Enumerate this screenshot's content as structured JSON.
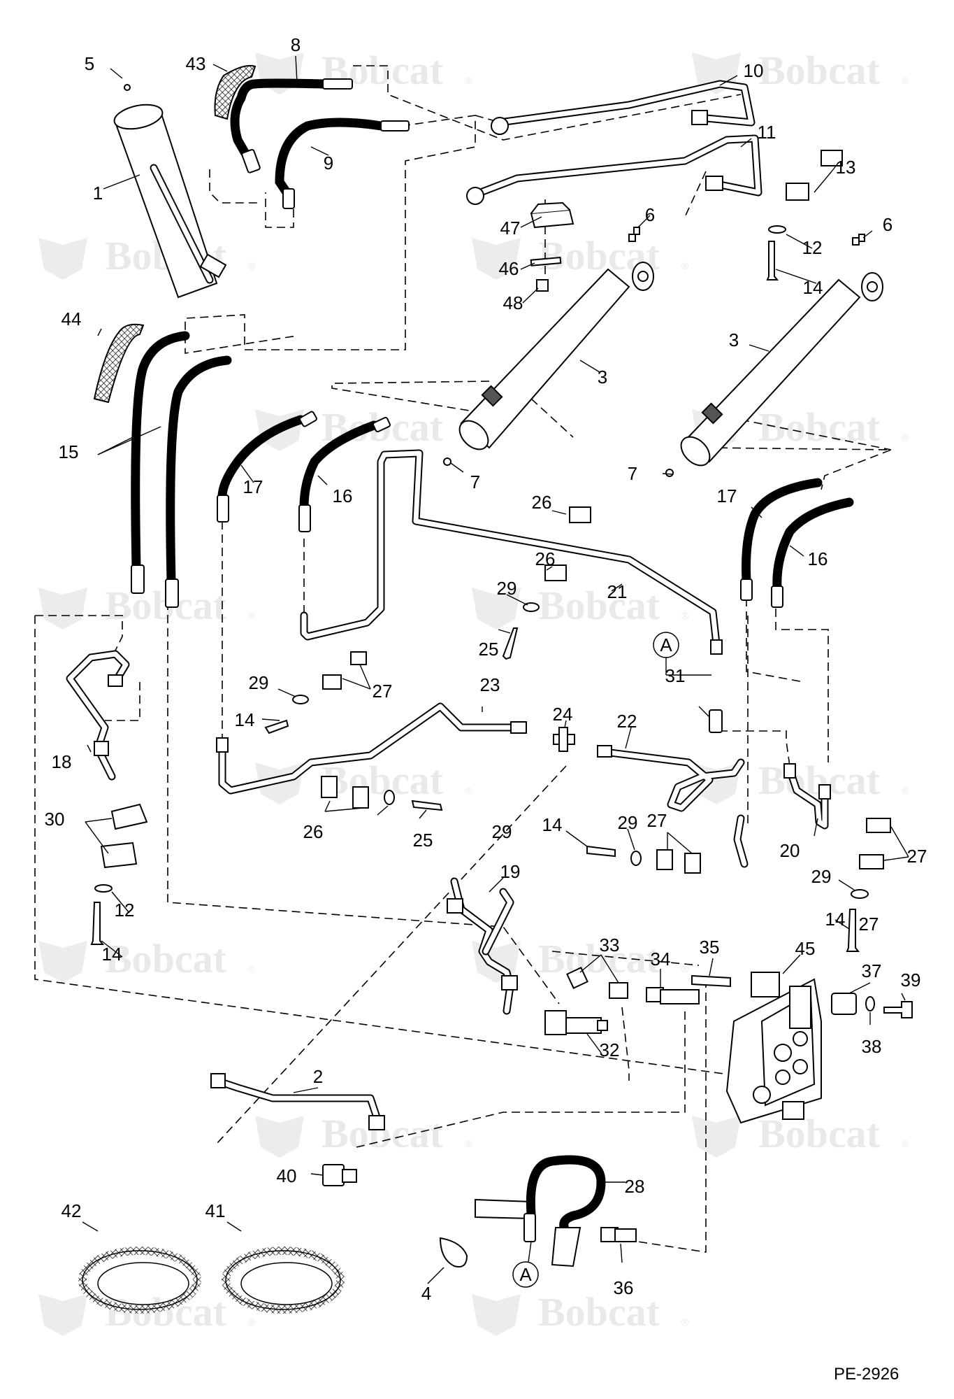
{
  "watermark": {
    "brand": "Bobcat",
    "reg": "®"
  },
  "drawing_code": "PE-2926",
  "ref_marker": "A",
  "callouts": [
    "1",
    "2",
    "3",
    "3",
    "4",
    "5",
    "6",
    "6",
    "7",
    "7",
    "8",
    "9",
    "10",
    "11",
    "12",
    "12",
    "13",
    "14",
    "14",
    "14",
    "14",
    "14",
    "15",
    "16",
    "16",
    "17",
    "17",
    "18",
    "19",
    "20",
    "21",
    "22",
    "23",
    "24",
    "25",
    "25",
    "26",
    "26",
    "26",
    "27",
    "27",
    "27",
    "27",
    "28",
    "29",
    "29",
    "29",
    "29",
    "29",
    "30",
    "31",
    "32",
    "33",
    "34",
    "35",
    "36",
    "37",
    "38",
    "39",
    "40",
    "41",
    "42",
    "43",
    "44",
    "45",
    "46",
    "47",
    "48"
  ]
}
